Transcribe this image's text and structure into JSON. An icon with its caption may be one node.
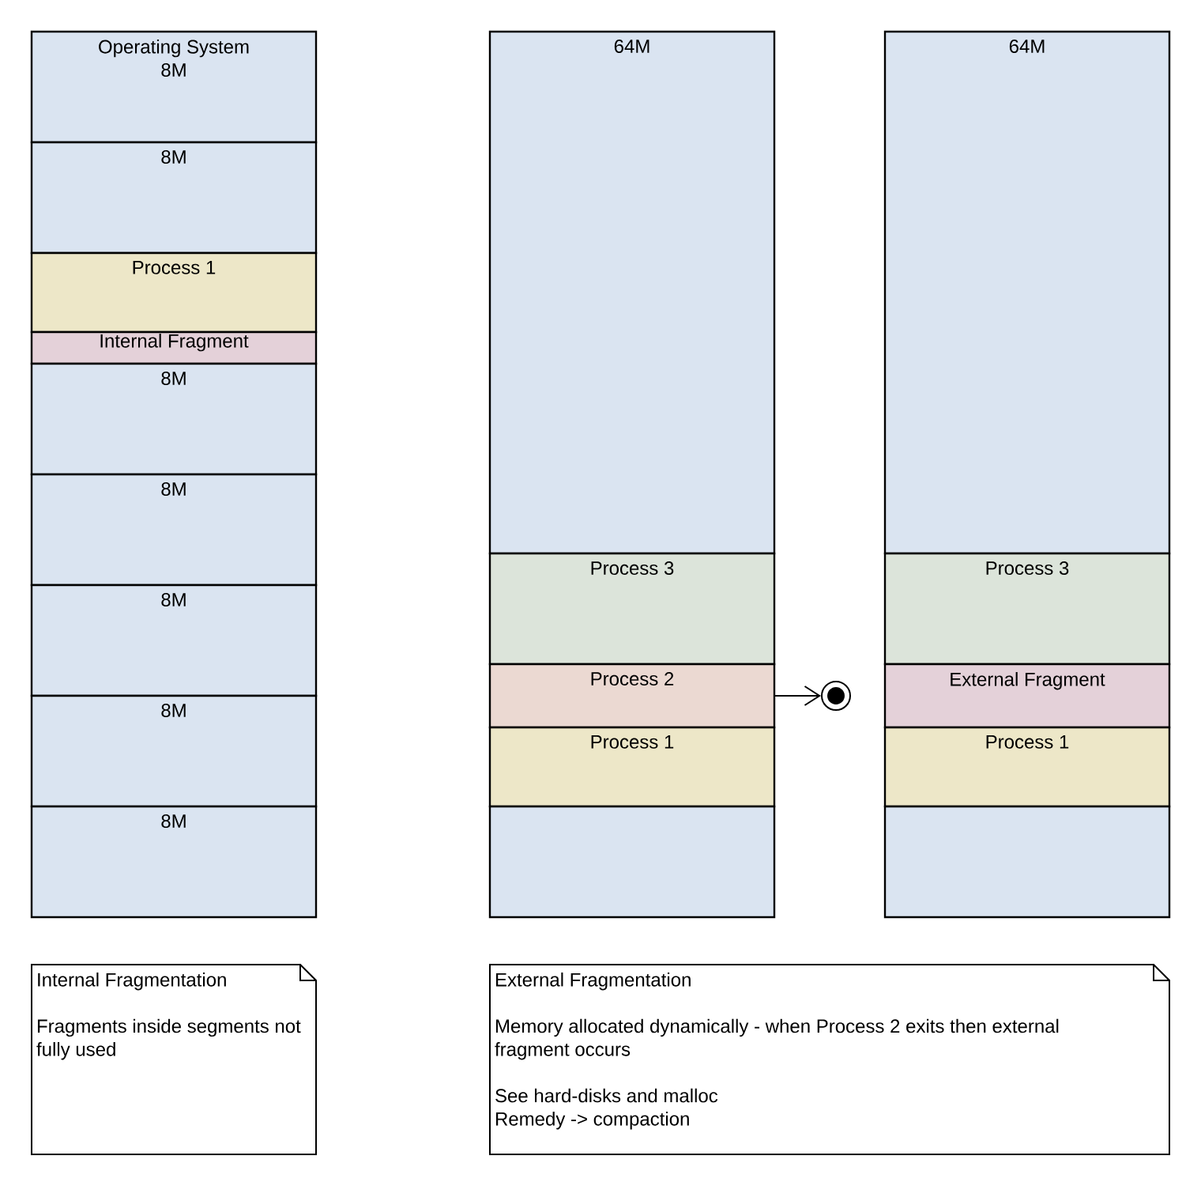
{
  "diagram": {
    "nodes": [
      {
        "text": [
          "Operating System",
          "8M"
        ]
      },
      {
        "text": [
          "8M"
        ]
      },
      {
        "text": [
          "Process 1"
        ]
      },
      {
        "text": [
          "Internal Fragment"
        ]
      },
      {
        "text": [
          "8M"
        ]
      },
      {
        "text": [
          "8M"
        ]
      },
      {
        "text": [
          "8M"
        ]
      },
      {
        "text": [
          "8M"
        ]
      },
      {
        "text": [
          "8M"
        ]
      },
      {
        "text": [
          "64M"
        ]
      },
      {
        "text": [
          "Process 3"
        ]
      },
      {
        "text": [
          "Process 2"
        ]
      },
      {
        "text": [
          "Process 1"
        ]
      },
      {
        "text": [],
        "shape": "box"
      },
      {
        "text": [],
        "shape": "circle"
      },
      {
        "text": [
          "64M"
        ]
      },
      {
        "text": [
          "Process 3"
        ]
      },
      {
        "text": [
          "External Fragment"
        ]
      },
      {
        "text": [
          "Process 1"
        ]
      },
      {
        "text": [],
        "shape": "box"
      },
      {
        "text": [
          "Internal Fragmentation",
          "Fragments inside segments not fully used"
        ]
      },
      {
        "text": [
          "External Fragmentation",
          "Memory allocated dynamically - when Process 2 exits then external fragment occurs",
          "See hard-disks and malloc",
          "Remedy -> compaction"
        ]
      }
    ],
    "edges": [
      {
        "from": 11,
        "to": 14,
        "arrow": "to"
      }
    ]
  }
}
